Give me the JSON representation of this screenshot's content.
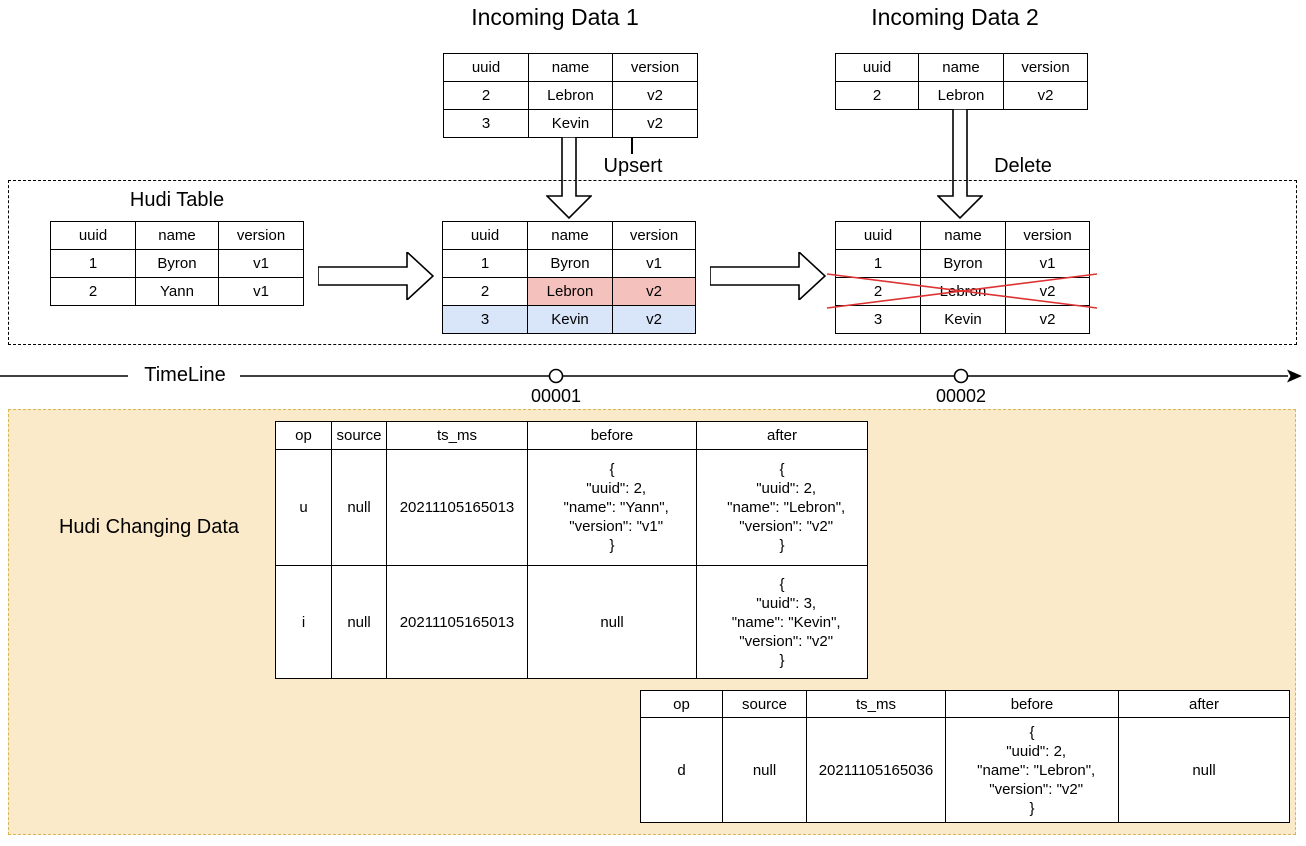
{
  "diagram": {
    "incoming1": {
      "title": "Incoming Data 1",
      "headers": [
        "uuid",
        "name",
        "version"
      ],
      "rows": [
        [
          "2",
          "Lebron",
          "v2"
        ],
        [
          "3",
          "Kevin",
          "v2"
        ]
      ],
      "operation_label": "Upsert"
    },
    "incoming2": {
      "title": "Incoming Data 2",
      "headers": [
        "uuid",
        "name",
        "version"
      ],
      "rows": [
        [
          "2",
          "Lebron",
          "v2"
        ]
      ],
      "operation_label": "Delete"
    },
    "hudi_box": {
      "label": "Hudi Table",
      "initial": {
        "headers": [
          "uuid",
          "name",
          "version"
        ],
        "rows": [
          [
            "1",
            "Byron",
            "v1"
          ],
          [
            "2",
            "Yann",
            "v1"
          ]
        ]
      },
      "after_upsert": {
        "headers": [
          "uuid",
          "name",
          "version"
        ],
        "rows": [
          [
            "1",
            "Byron",
            "v1"
          ],
          [
            "2",
            "Lebron",
            "v2"
          ],
          [
            "3",
            "Kevin",
            "v2"
          ]
        ]
      },
      "after_delete": {
        "headers": [
          "uuid",
          "name",
          "version"
        ],
        "rows": [
          [
            "1",
            "Byron",
            "v1"
          ],
          [
            "2",
            "Lebron",
            "v2"
          ],
          [
            "3",
            "Kevin",
            "v2"
          ]
        ]
      }
    },
    "timeline": {
      "label": "TimeLine",
      "instants": [
        "00001",
        "00002"
      ]
    },
    "changing_box": {
      "label": "Hudi Changing Data",
      "table1": {
        "headers": [
          "op",
          "source",
          "ts_ms",
          "before",
          "after"
        ],
        "rows": [
          [
            "u",
            "null",
            "20211105165013",
            "{\n  \"uuid\": 2,\n  \"name\": \"Yann\",\n  \"version\": \"v1\"\n}",
            "{\n  \"uuid\": 2,\n  \"name\": \"Lebron\",\n  \"version\": \"v2\"\n}"
          ],
          [
            "i",
            "null",
            "20211105165013",
            "null",
            "{\n  \"uuid\": 3,\n  \"name\": \"Kevin\",\n  \"version\": \"v2\"\n}"
          ]
        ]
      },
      "table2": {
        "headers": [
          "op",
          "source",
          "ts_ms",
          "before",
          "after"
        ],
        "rows": [
          [
            "d",
            "null",
            "20211105165036",
            "{\n  \"uuid\": 2,\n  \"name\": \"Lebron\",\n  \"version\": \"v2\"\n}",
            "null"
          ]
        ]
      }
    },
    "colors": {
      "updated_row_fill": "#f5c1bc",
      "updated_row_border": "#b85450",
      "inserted_row_fill": "#d9e5f8",
      "inserted_row_border": "#6c8ebf",
      "delete_cross": "#dd3333",
      "changing_box_fill": "#fbeac9",
      "changing_box_border": "#d6b656"
    }
  }
}
